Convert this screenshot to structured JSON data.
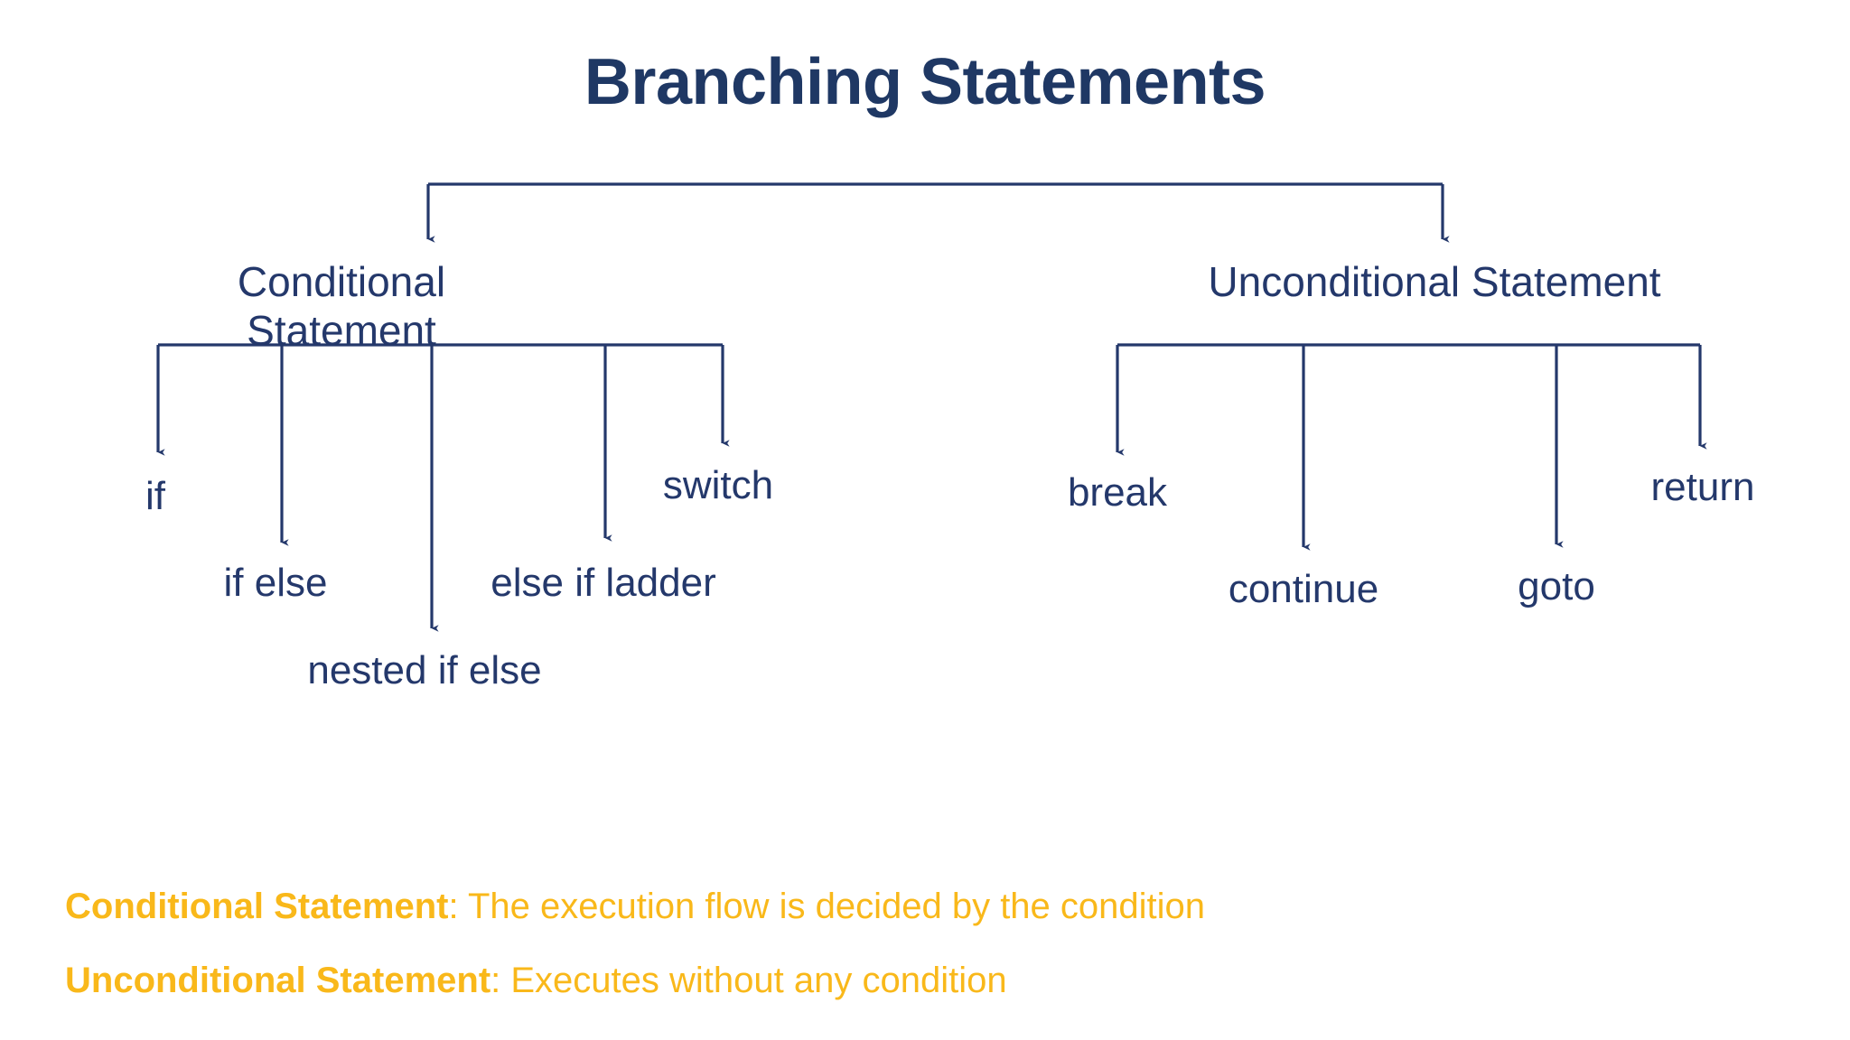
{
  "title": "Branching Statements",
  "colors": {
    "navy": "#1f3864",
    "line": "#24386b",
    "amber": "#f9b81a",
    "background": "#ffffff"
  },
  "tree": {
    "root_children": [
      {
        "id": "conditional",
        "label": "Conditional\nStatement",
        "children": [
          {
            "id": "if",
            "label": "if"
          },
          {
            "id": "if-else",
            "label": "if else"
          },
          {
            "id": "nested-if-else",
            "label": "nested if else"
          },
          {
            "id": "else-if-ladder",
            "label": "else if ladder"
          },
          {
            "id": "switch",
            "label": "switch"
          }
        ]
      },
      {
        "id": "unconditional",
        "label": "Unconditional Statement",
        "children": [
          {
            "id": "break",
            "label": "break"
          },
          {
            "id": "continue",
            "label": "continue"
          },
          {
            "id": "goto",
            "label": "goto"
          },
          {
            "id": "return",
            "label": "return"
          }
        ]
      }
    ]
  },
  "legend": [
    {
      "term": "Conditional Statement",
      "separator": ": ",
      "description": "The execution flow is decided by the condition"
    },
    {
      "term": "Unconditional Statement",
      "separator": ": ",
      "description": "Executes without any condition"
    }
  ]
}
